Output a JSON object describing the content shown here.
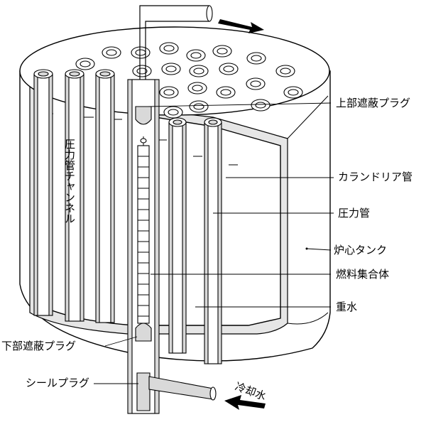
{
  "labels": {
    "upper_shield_plug": "上部遮蔽プラグ",
    "calandria_tube": "カランドリア管",
    "pressure_tube": "圧力管",
    "core_tank": "炉心タンク",
    "fuel_assembly": "燃料集合体",
    "heavy_water": "重水",
    "lower_shield_plug": "下部遮蔽プラグ",
    "seal_plug": "シールプラグ",
    "coolant": "冷却水",
    "pressure_tube_channel": "圧力管チャンネル"
  }
}
